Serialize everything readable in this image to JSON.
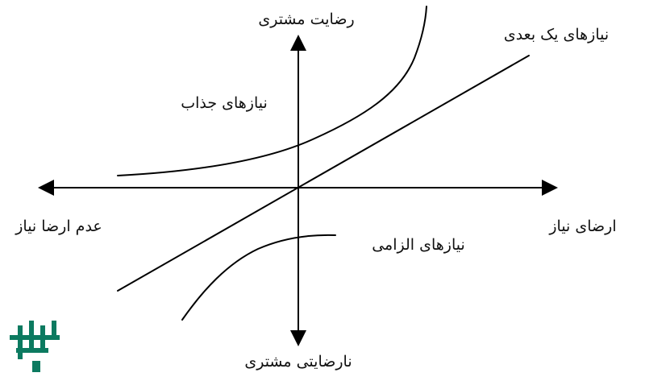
{
  "diagram": {
    "labels": {
      "customer_satisfaction": "رضایت مشتری",
      "customer_dissatisfaction": "نارضایتی مشتری",
      "need_fulfilled": "ارضای نیاز",
      "need_not_fulfilled": "عدم ارضا نیاز",
      "attractive_needs": "نیازهای جذاب",
      "one_dimensional_needs": "نیازهای یک بعدی",
      "must_be_needs": "نیازهای الزامی"
    },
    "colors": {
      "line": "#000000",
      "text": "#111111",
      "logo": "#0c7a60"
    }
  }
}
